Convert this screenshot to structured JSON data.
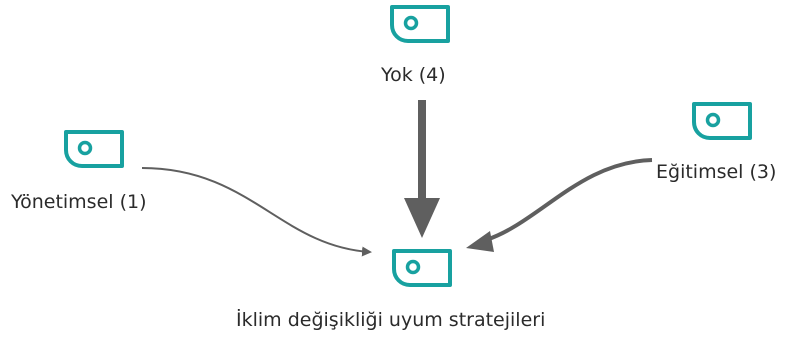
{
  "colors": {
    "icon": "#18a1a0",
    "edge": "#5f5f5f",
    "text": "#2b2b2b"
  },
  "nodes": {
    "top": {
      "label": "Yok (4)",
      "icon": "code-tag-icon"
    },
    "left": {
      "label": "Yönetimsel (1)",
      "icon": "code-tag-icon"
    },
    "right": {
      "label": "Eğitimsel (3)",
      "icon": "code-tag-icon"
    },
    "center": {
      "label": "İklim değişikliği uyum stratejileri",
      "icon": "code-tag-icon"
    }
  },
  "edges": [
    {
      "from": "Yok (4)",
      "to": "İklim değişikliği uyum stratejileri",
      "weight": 4
    },
    {
      "from": "Yönetimsel (1)",
      "to": "İklim değişikliği uyum stratejileri",
      "weight": 1
    },
    {
      "from": "Eğitimsel (3)",
      "to": "İklim değişikliği uyum stratejileri",
      "weight": 3
    }
  ]
}
